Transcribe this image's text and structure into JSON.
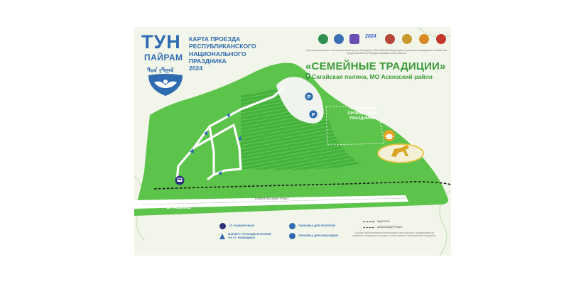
{
  "brand": {
    "name_line1": "ТУН",
    "name_line2": "ПАЙРАМ",
    "script_line": "ᡃᠯᠣᠨ ᠶᠲᠭᠠᠯ"
  },
  "map_title": {
    "lines": [
      "КАРТА ПРОЕЗДА",
      "РЕСПУБЛИКАНСКОГО",
      "НАЦИОНАЛЬНОГО",
      "ПРАЗДНИКА",
      "2024"
    ]
  },
  "partners": {
    "logo_badge": "2024",
    "note": "Проект реализован с использованием гранта Президента Российской Федерации на развитие гражданского общества, предоставленного Фондом президентских грантов"
  },
  "event": {
    "title": "«СЕМЕЙНЫЕ ТРАДИЦИИ»",
    "location": "Сагайская поляна, МО Аскизский район"
  },
  "map": {
    "venue_label": [
      "ТЕРРИТОРИЯ",
      "ПРОВЕДЕНИЯ",
      "ПРАЗДНИКА"
    ],
    "road_label": "КОЙБАЛЬСКИЙ ТРАКТ",
    "village_label": "С. АСКИЗ",
    "parking_glyph": "P",
    "colors": {
      "field": "#5cc44a",
      "field_dark": "#3aa83a",
      "title_blue": "#2f6bb0",
      "green_text": "#3c9b3a",
      "road": "#ffffff"
    }
  },
  "legend": {
    "bus_stop": "СТ. РАЗВОРОЧНАЯ",
    "route": [
      "МАРШРУТ ПРОЕЗДА ЗРИТЕЛЕЙ",
      "Ч/З СТ. РАЗВОДНАЯ"
    ],
    "parking_spectators": "ПАРКОВКА ДЛЯ ЗРИТЕЛЕЙ",
    "parking_disabled": "ПАРКОВКА ДЛЯ ИНВАЛИДОВ",
    "rail": "ЖД ПУТИ",
    "highway": "АСКИЗСКИЙ ТРАКТ",
    "note": "Просим заблаговременно планировать свой маршрут, придерживаться указаний сотрудников полиции и ответственных организаторов праздника"
  }
}
